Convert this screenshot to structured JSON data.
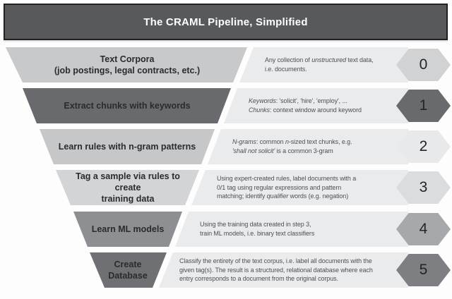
{
  "title": "The CRAML Pipeline, Simplified",
  "colors": {
    "title_bar_bg": "#58595B",
    "title_text": "#FFFFFF",
    "panel_bg": "#EAEBEC",
    "number_text": "#232427"
  },
  "steps": [
    {
      "number": "0",
      "stage_label": "Text Corpora\n(job postings, legal contracts, etc.)",
      "funnel_color": "#C8C9CB",
      "hex_color": "#D1D2D4",
      "description": [
        {
          "t": "Any collection of "
        },
        {
          "t": "unstructured",
          "i": true
        },
        {
          "t": " text data,\ni.e. documents."
        }
      ]
    },
    {
      "number": "1",
      "stage_label": "Extract chunks with keywords",
      "funnel_color": "#696A6D",
      "hex_color": "#696A6D",
      "description": [
        {
          "t": "Keywords",
          "i": true
        },
        {
          "t": ": 'solicit', 'hire', 'employ', ...\n"
        },
        {
          "t": "Chunks",
          "i": true
        },
        {
          "t": ": context window around keyword"
        }
      ]
    },
    {
      "number": "2",
      "stage_label": "Learn rules with n-gram patterns",
      "funnel_color": "#C6C7C9",
      "hex_color": "#E8E9EA",
      "description": [
        {
          "t": "N-grams",
          "i": true
        },
        {
          "t": ": common "
        },
        {
          "t": "n",
          "i": true
        },
        {
          "t": "-sized text chunks, e.g.\n"
        },
        {
          "t": "'shall not solicit'",
          "i": true
        },
        {
          "t": " is a common 3-gram"
        }
      ]
    },
    {
      "number": "3",
      "stage_label": "Tag a sample via rules to create\ntraining data",
      "funnel_color": "#D3D4D6",
      "hex_color": "#DBDCDE",
      "description": [
        {
          "t": "Using expert-created rules, label documents with a\n0/1 tag using regular expressions and pattern\nmatching; identify "
        },
        {
          "t": "qualifier",
          "i": true
        },
        {
          "t": " words (e.g. negation)"
        }
      ]
    },
    {
      "number": "4",
      "stage_label": "Learn ML models",
      "funnel_color": "#8D8F92",
      "hex_color": "#A6A8AB",
      "description": [
        {
          "t": "Using the training data created in step 3,\ntrain ML models, i.e. binary text classifiers"
        }
      ]
    },
    {
      "number": "5",
      "stage_label": "Create\nDatabase",
      "funnel_color": "#6E7073",
      "hex_color": "#7D7F82",
      "description": [
        {
          "t": "Classify the entirety of the text corpus, i.e. label all documents with the\ngiven tag(s). The result is a structured, relational database where each\nentry corresponds to a document from the original corpus."
        }
      ]
    }
  ]
}
